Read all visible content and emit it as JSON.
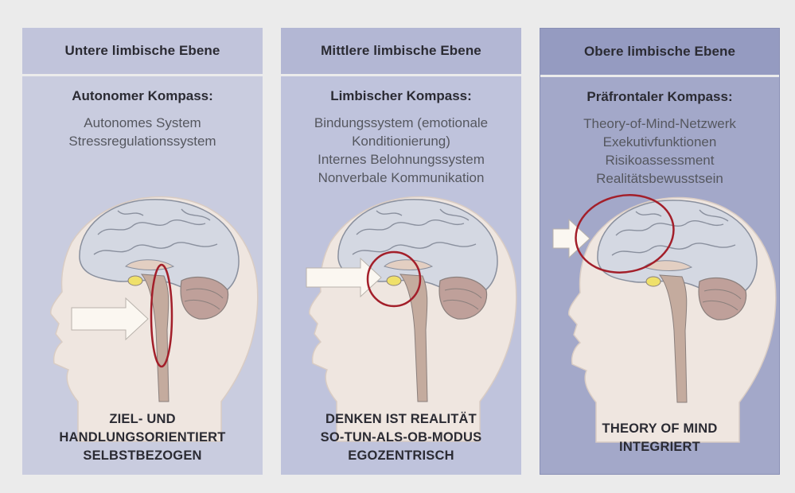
{
  "panels": [
    {
      "header": "Untere limbische Ebene",
      "compass": "Autonomer Kompass:",
      "items": [
        "Autonomes System",
        "Stressregulationssystem"
      ],
      "footer": [
        "ZIEL- UND",
        "HANDLUNGSORIENTIERT",
        "SELBSTBEZOGEN"
      ]
    },
    {
      "header": "Mittlere limbische Ebene",
      "compass": "Limbischer Kompass:",
      "items": [
        "Bindungssystem (emotionale",
        "Konditionierung)",
        "Internes Belohnungssystem",
        "Nonverbale Kommunikation"
      ],
      "footer": [
        "DENKEN IST REALITÄT",
        "SO-TUN-ALS-OB-MODUS",
        "EGOZENTRISCH"
      ]
    },
    {
      "header": "Obere limbische Ebene",
      "compass": "Präfrontaler Kompass:",
      "items": [
        "Theory-of-Mind-Netzwerk",
        "Exekutivfunktionen",
        "Risikoassessment",
        "Realitätsbewusstsein"
      ],
      "footer": [
        "THEORY OF MIND",
        "INTEGRIERT"
      ]
    }
  ],
  "colors": {
    "highlight_ring": "#a31f2a",
    "brain": "#d4d8e2",
    "skin": "#efe6e0",
    "cerebellum": "#bfa09a",
    "brainstem": "#c4ab9e",
    "nucleus": "#efe06a"
  }
}
